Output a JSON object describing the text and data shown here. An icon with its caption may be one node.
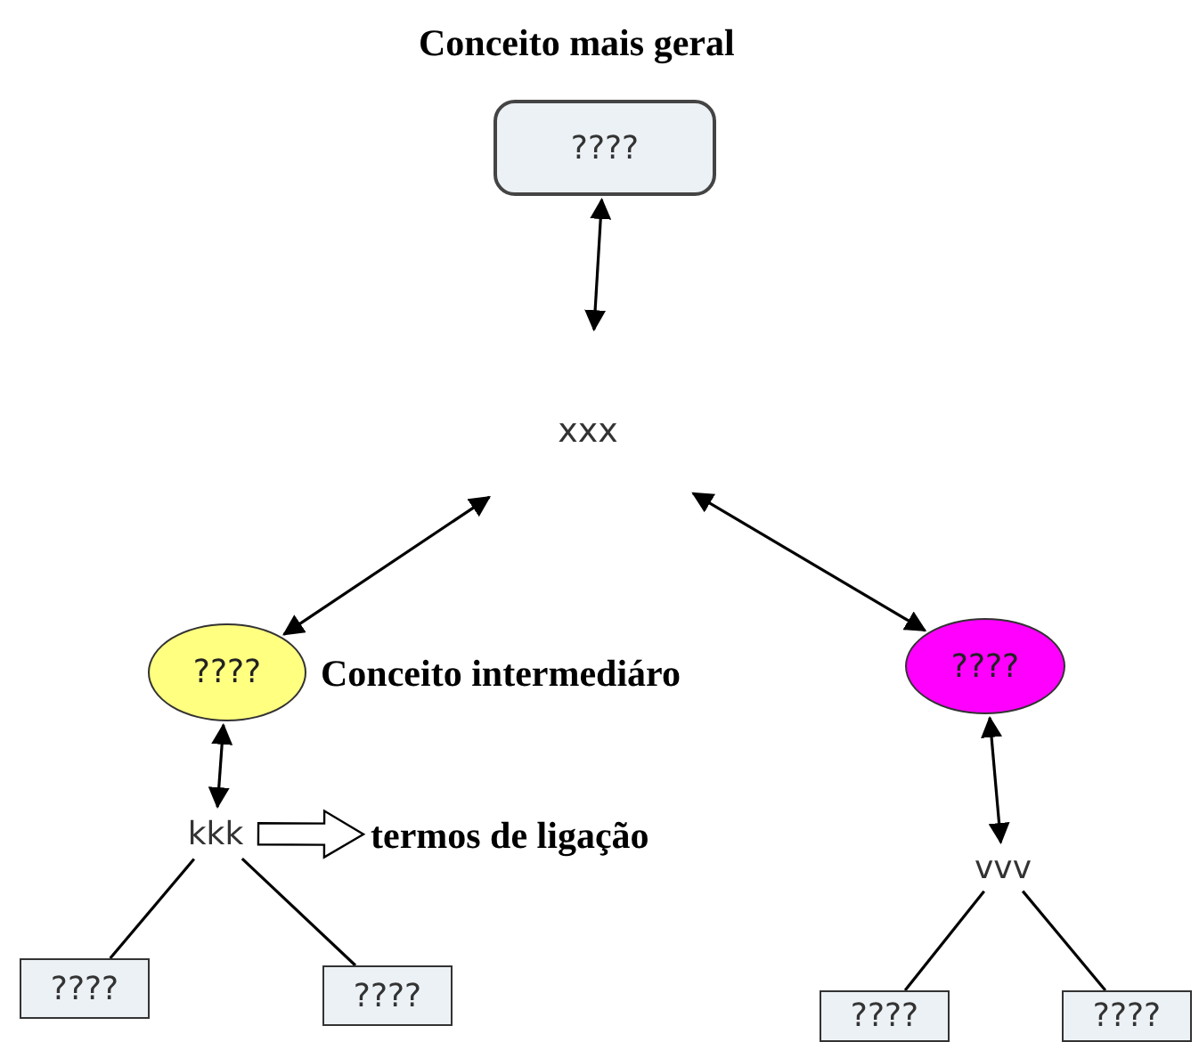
{
  "diagram": {
    "nodes": [
      {
        "text": [
          "????"
        ],
        "beside": [
          "Conceito mais geral"
        ]
      },
      {
        "text": [
          "xxx"
        ]
      },
      {
        "text": [
          "????"
        ],
        "beside": [
          "Conceito intermediáro"
        ]
      },
      {
        "text": [
          "????"
        ]
      },
      {
        "text": [
          "kkk"
        ]
      },
      {
        "text": [
          "termos de ligação"
        ]
      },
      {
        "text": [
          "vvv"
        ]
      },
      {
        "text": [
          "????"
        ]
      },
      {
        "text": [
          "????"
        ]
      },
      {
        "text": [
          "????"
        ]
      },
      {
        "text": [
          "????"
        ]
      }
    ],
    "edges": [
      {
        "from": 0,
        "to": 1,
        "arrow": "both"
      },
      {
        "from": 1,
        "to": 2,
        "arrow": "both"
      },
      {
        "from": 1,
        "to": 3,
        "arrow": "both"
      },
      {
        "from": 2,
        "to": 4,
        "arrow": "both"
      },
      {
        "from": 3,
        "to": 6,
        "arrow": "both"
      },
      {
        "from": 4,
        "to": 5,
        "arrow": "to",
        "style": "thick"
      },
      {
        "from": 4,
        "to": 7,
        "arrow": "none"
      },
      {
        "from": 4,
        "to": 8,
        "arrow": "none"
      },
      {
        "from": 6,
        "to": 9,
        "arrow": "none"
      },
      {
        "from": 6,
        "to": 10,
        "arrow": "none"
      }
    ]
  }
}
